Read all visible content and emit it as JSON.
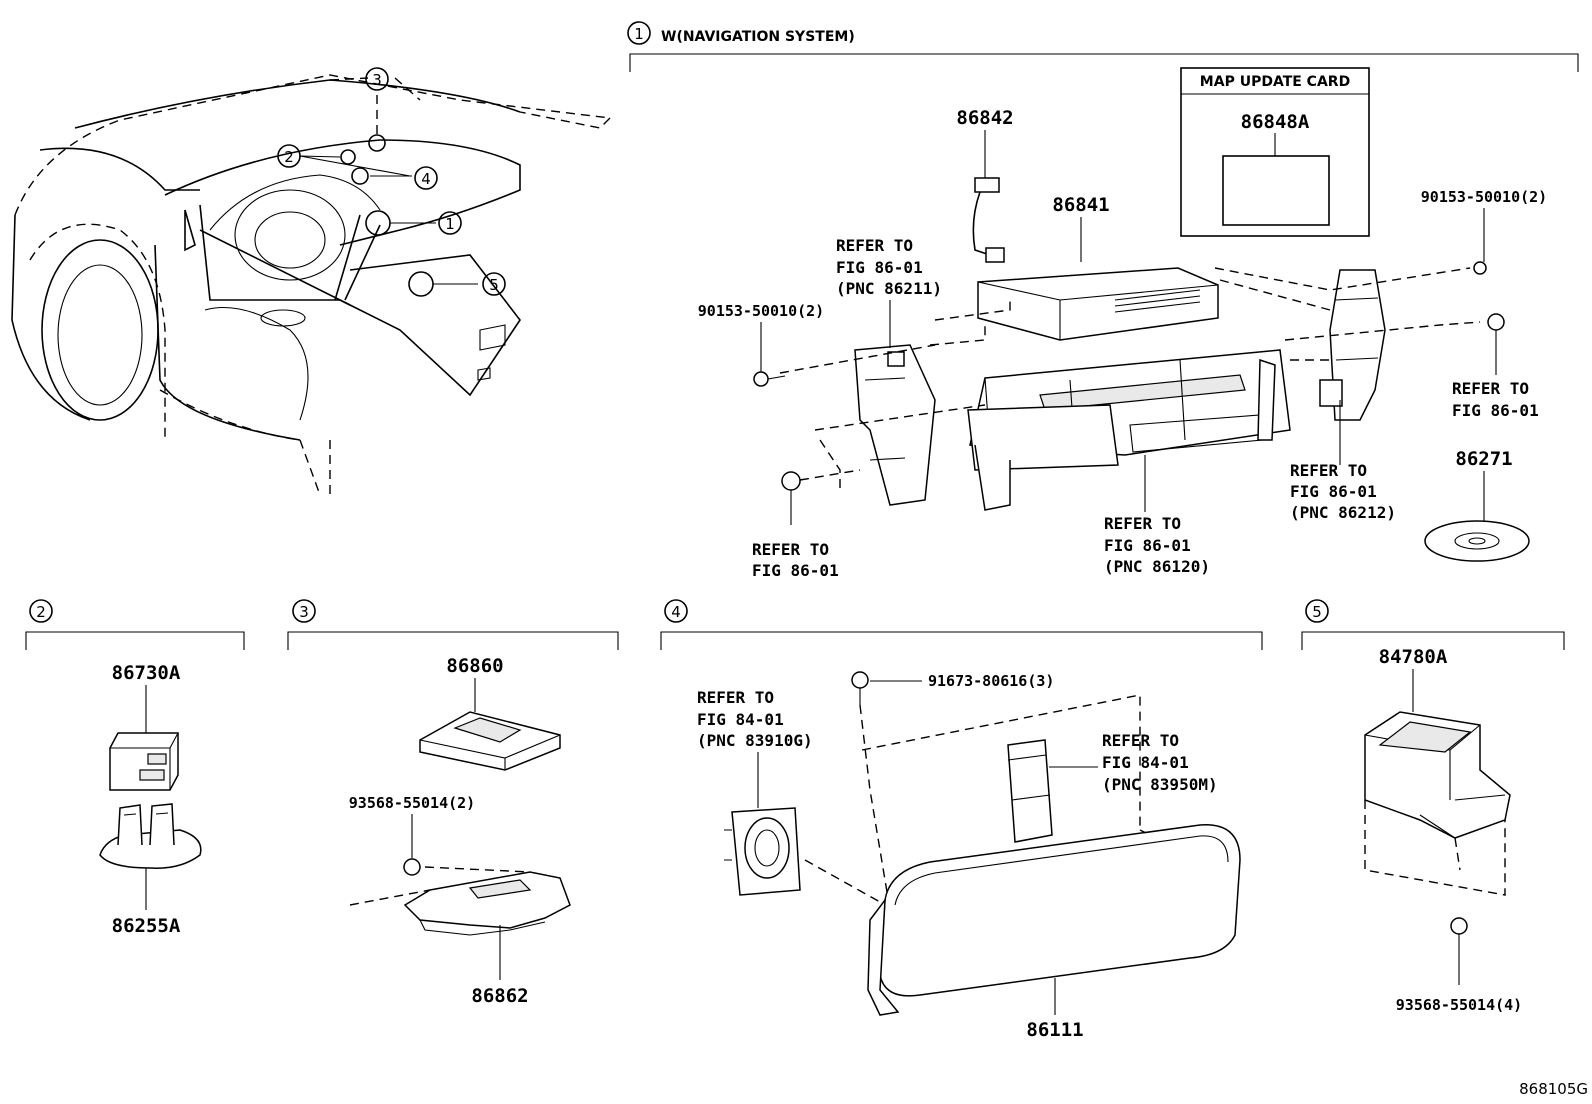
{
  "diagram_id": "868105G",
  "nav_section": {
    "index": "1",
    "title": "W(NAVIGATION SYSTEM)"
  },
  "map_card": {
    "title": "MAP UPDATE CARD",
    "part": "86848A"
  },
  "nav_parts": {
    "p86842": "86842",
    "p86841": "86841",
    "screw_left": "90153-50010(2)",
    "screw_right": "90153-50010(2)",
    "p86271": "86271"
  },
  "refs": {
    "fig86_01_pnc86211": [
      "REFER TO",
      "FIG 86-01",
      "(PNC 86211)"
    ],
    "fig86_01_right": [
      "REFER TO",
      "FIG 86-01"
    ],
    "fig86_01_pnc86212": [
      "REFER TO",
      "FIG 86-01",
      "(PNC 86212)"
    ],
    "fig86_01_pnc86120": [
      "REFER TO",
      "FIG 86-01",
      "(PNC 86120)"
    ],
    "fig86_01_left": [
      "REFER TO",
      "FIG 86-01"
    ],
    "fig84_01_pnc83910g": [
      "REFER TO",
      "FIG 84-01",
      "(PNC 83910G)"
    ],
    "fig84_01_pnc83950m": [
      "REFER TO",
      "FIG 84-01",
      "(PNC 83950M)"
    ]
  },
  "sections": [
    {
      "index": "2",
      "parts": [
        "86730A",
        "86255A"
      ]
    },
    {
      "index": "3",
      "parts": [
        "86860",
        "93568-55014(2)",
        "86862"
      ]
    },
    {
      "index": "4",
      "parts": [
        "91673-80616(3)",
        "86111"
      ]
    },
    {
      "index": "5",
      "parts": [
        "84780A",
        "93568-55014(4)"
      ]
    }
  ],
  "locator_callouts": [
    "3",
    "2",
    "4",
    "1",
    "5"
  ]
}
